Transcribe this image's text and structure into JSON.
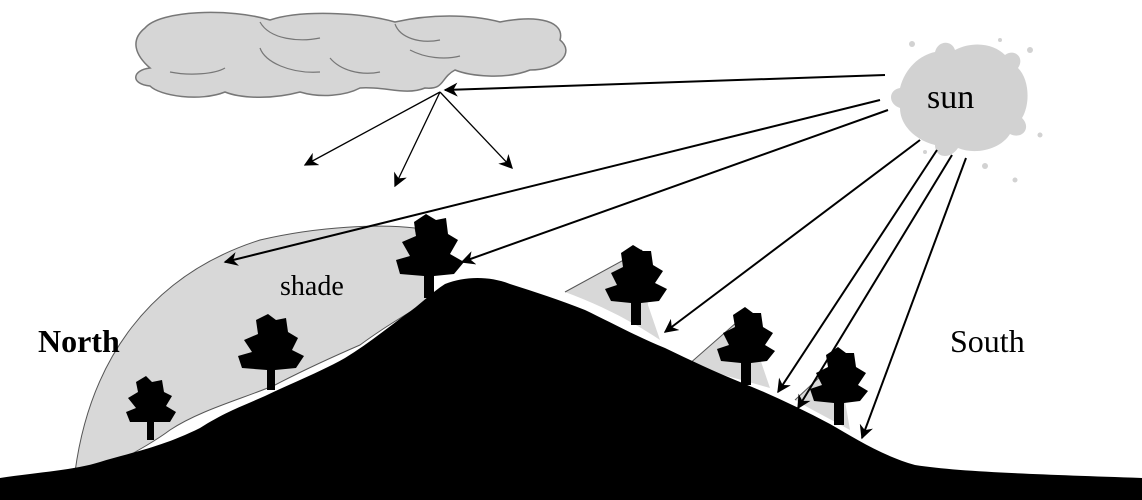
{
  "labels": {
    "sun": "sun",
    "shade": "shade",
    "north": "North",
    "south": "South"
  },
  "colors": {
    "background": "#ffffff",
    "ground": "#000000",
    "shade_fill": "#d8d8d8",
    "cloud_fill": "#d6d6d6",
    "sun_fill": "#d2d2d2",
    "line": "#000000"
  }
}
